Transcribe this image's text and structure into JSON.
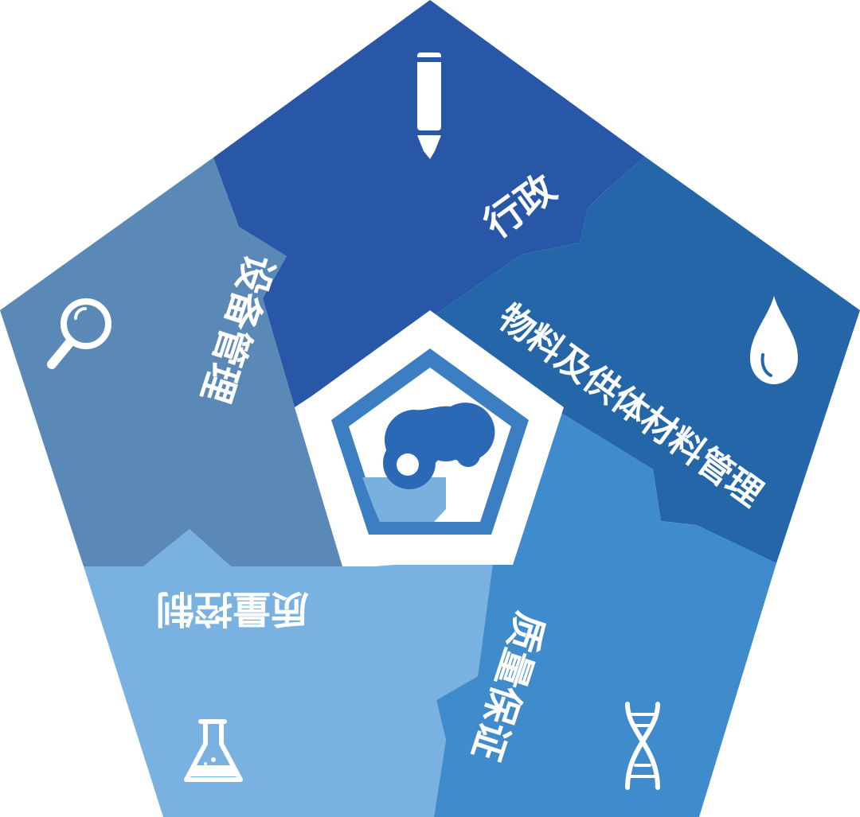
{
  "colors": {
    "administration": "#2857a8",
    "materials": "#2466a8",
    "quality_assurance": "#3f8bcb",
    "quality_control": "#79b1e0",
    "equipment": "#5b89b7",
    "center_frame": "#ffffff",
    "inner_dark": "#2a5fb0",
    "inner_mid": "#3b7fc2",
    "inner_light": "#7ab0de",
    "logo_blue": "#2b69b6"
  },
  "segments": {
    "administration": {
      "label": "行政",
      "icon": "pencil-icon"
    },
    "materials": {
      "label": "物料及供体材料管理",
      "icon": "water-drop-icon"
    },
    "quality_assurance": {
      "label": "质量保证",
      "icon": "dna-icon"
    },
    "quality_control": {
      "label": "质量控制",
      "icon": "flask-icon"
    },
    "equipment": {
      "label": "设备管理",
      "icon": "magnifier-icon"
    }
  },
  "center": {
    "icon": "linked-circles-logo-icon"
  }
}
